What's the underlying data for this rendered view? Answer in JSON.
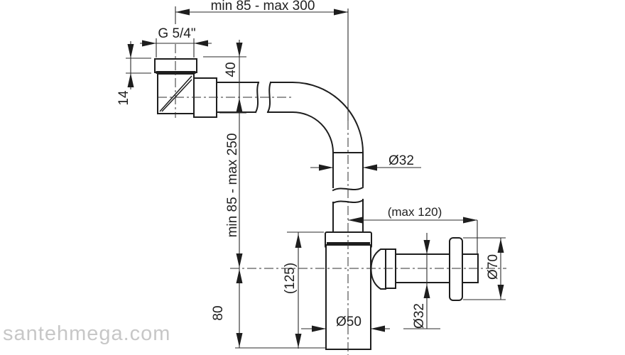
{
  "drawing": {
    "dim_top_span": "min 85 - max 300",
    "dim_thread": "G 5/4\"",
    "dim_nut_height": "14",
    "dim_inlet_drop": "40",
    "dim_vertical_span": "min 85 - max 250",
    "dim_inlet_pipe_dia": "Ø32",
    "dim_wall_depth": "(max 120)",
    "dim_flange_dia": "Ø70",
    "dim_body_height": "(125)",
    "dim_outlet_axis_height": "80",
    "dim_body_dia": "Ø50",
    "dim_outlet_pipe_dia": "Ø32",
    "colors": {
      "line": "#1e1e1e",
      "background": "#ffffff",
      "watermark": "#c7c7c7"
    }
  },
  "watermark": "santehmega.com"
}
